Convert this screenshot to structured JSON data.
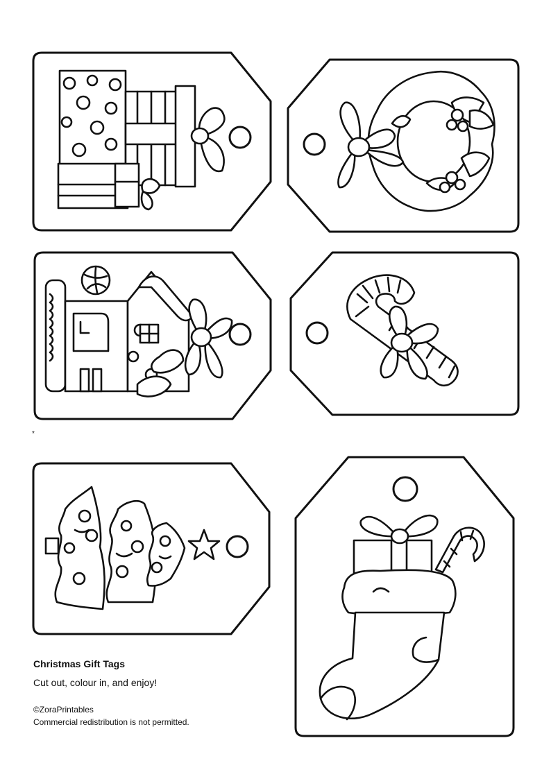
{
  "document": {
    "title": "Christmas Gift Tags",
    "subtitle": "Cut out, colour in, and enjoy!",
    "copyright": "©ZoraPrintables",
    "notice": "Commercial redistribution is not permitted.",
    "marker": "*"
  },
  "tags": [
    {
      "id": 1,
      "motif": "stacked-gift-boxes-with-bow"
    },
    {
      "id": 2,
      "motif": "holly-wreath-with-bow"
    },
    {
      "id": 3,
      "motif": "gingerbread-house-with-bow"
    },
    {
      "id": 4,
      "motif": "candy-cane-with-bow"
    },
    {
      "id": 5,
      "motif": "christmas-tree-with-star"
    },
    {
      "id": 6,
      "motif": "christmas-stocking-with-gift-and-candy-cane"
    }
  ],
  "colors": {
    "line": "#111111",
    "paper": "#ffffff"
  }
}
